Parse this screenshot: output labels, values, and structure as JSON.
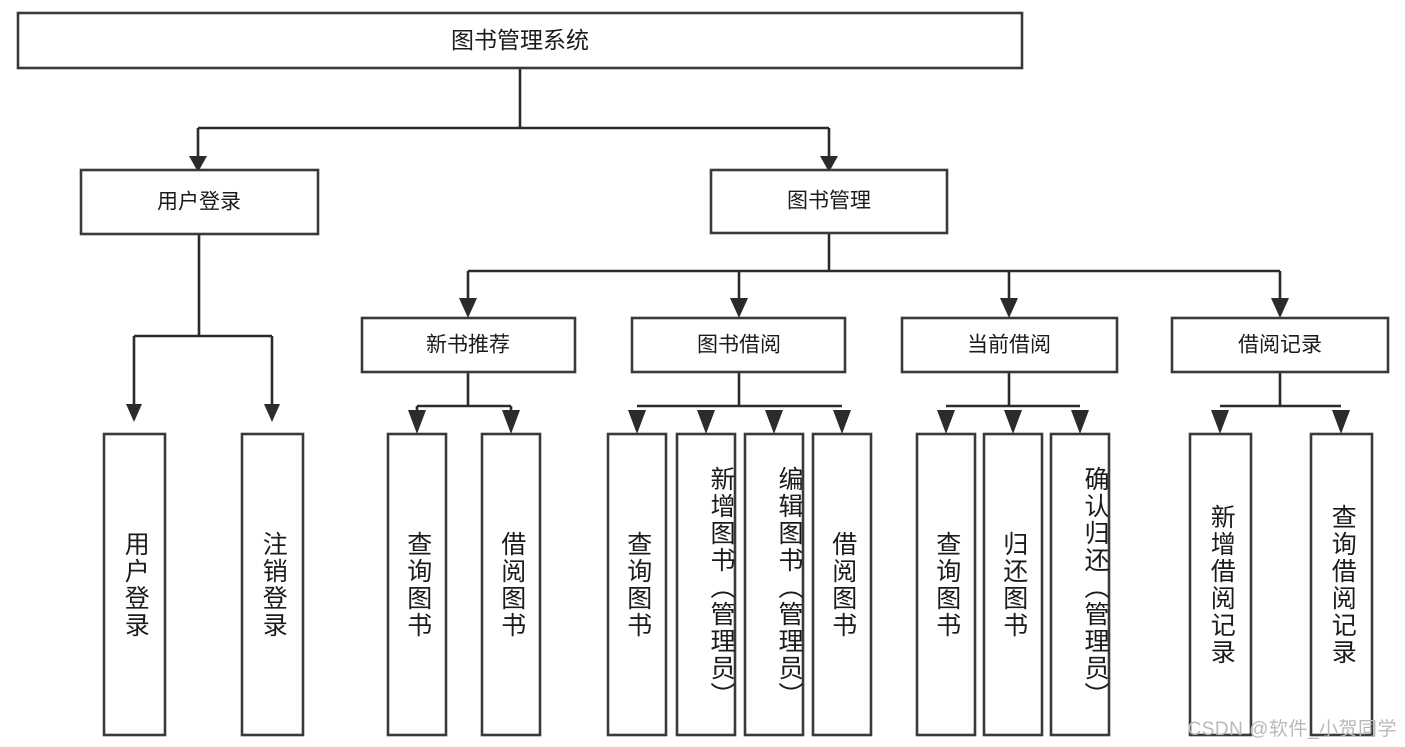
{
  "diagram": {
    "title": "图书管理系统",
    "type": "tree-hierarchy",
    "root": {
      "id": "root",
      "label": "图书管理系统",
      "orientation": "horizontal"
    },
    "level1": [
      {
        "id": "user-login",
        "label": "用户登录",
        "orientation": "horizontal"
      },
      {
        "id": "book-management",
        "label": "图书管理",
        "orientation": "horizontal"
      }
    ],
    "level2": [
      {
        "id": "new-book-recommend",
        "label": "新书推荐",
        "orientation": "horizontal",
        "parent": "book-management"
      },
      {
        "id": "book-borrow",
        "label": "图书借阅",
        "orientation": "horizontal",
        "parent": "book-management"
      },
      {
        "id": "current-borrow",
        "label": "当前借阅",
        "orientation": "horizontal",
        "parent": "book-management"
      },
      {
        "id": "borrow-record",
        "label": "借阅记录",
        "orientation": "horizontal",
        "parent": "book-management"
      }
    ],
    "leaves": [
      {
        "id": "leaf-user-login",
        "label": "用户登录",
        "parent": "user-login",
        "orientation": "vertical"
      },
      {
        "id": "leaf-user-logout",
        "label": "注销登录",
        "parent": "user-login",
        "orientation": "vertical"
      },
      {
        "id": "leaf-query-book-1",
        "label": "查询图书",
        "parent": "new-book-recommend",
        "orientation": "vertical"
      },
      {
        "id": "leaf-borrow-book-1",
        "label": "借阅图书",
        "parent": "new-book-recommend",
        "orientation": "vertical"
      },
      {
        "id": "leaf-query-book-2",
        "label": "查询图书",
        "parent": "book-borrow",
        "orientation": "vertical"
      },
      {
        "id": "leaf-add-book",
        "label": "新增图书（管理员）",
        "parent": "book-borrow",
        "orientation": "vertical"
      },
      {
        "id": "leaf-edit-book",
        "label": "编辑图书（管理员）",
        "parent": "book-borrow",
        "orientation": "vertical"
      },
      {
        "id": "leaf-borrow-book-2",
        "label": "借阅图书",
        "parent": "book-borrow",
        "orientation": "vertical"
      },
      {
        "id": "leaf-query-book-3",
        "label": "查询图书",
        "parent": "current-borrow",
        "orientation": "vertical"
      },
      {
        "id": "leaf-return-book",
        "label": "归还图书",
        "parent": "current-borrow",
        "orientation": "vertical"
      },
      {
        "id": "leaf-confirm-return",
        "label": "确认归还（管理员）",
        "parent": "current-borrow",
        "orientation": "vertical"
      },
      {
        "id": "leaf-add-record",
        "label": "新增借阅记录",
        "parent": "borrow-record",
        "orientation": "vertical"
      },
      {
        "id": "leaf-query-record",
        "label": "查询借阅记录",
        "parent": "borrow-record",
        "orientation": "vertical"
      }
    ],
    "colors": {
      "box_stroke": "#3a3a3a",
      "box_fill": "#ffffff",
      "connector": "#2b2b2b",
      "text": "#1b1b1b",
      "watermark": "#b9b9b9",
      "background": "#ffffff"
    }
  },
  "watermark": {
    "text": "CSDN @软件_小贺同学"
  }
}
